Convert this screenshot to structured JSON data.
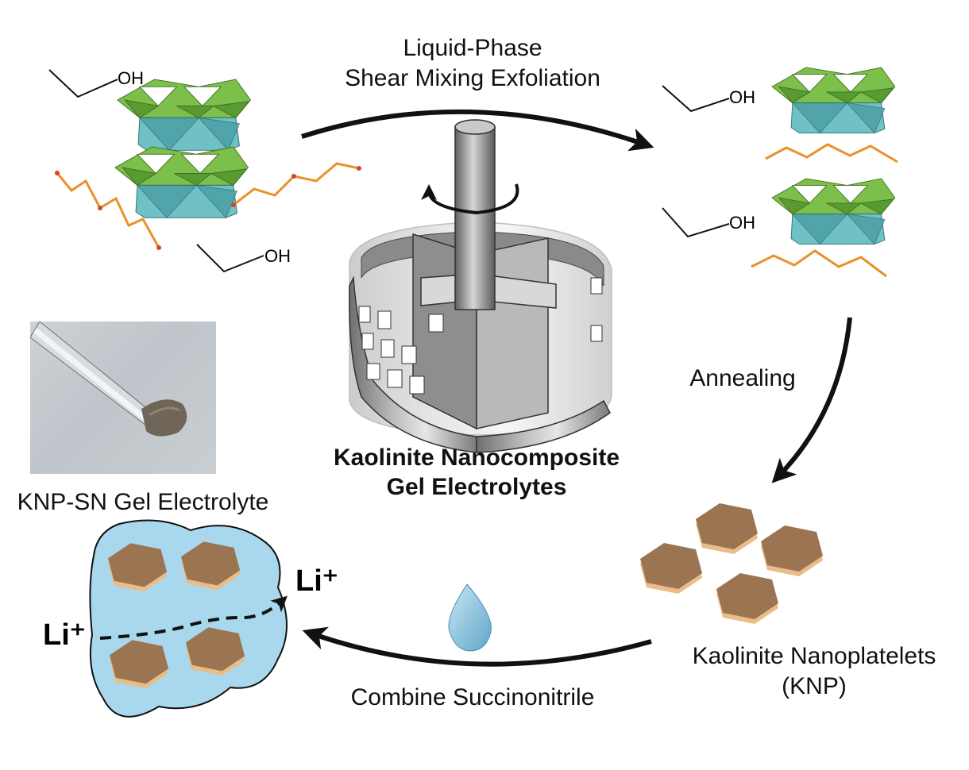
{
  "labels": {
    "process_top_line1": "Liquid-Phase",
    "process_top_line2": "Shear Mixing Exfoliation",
    "annealing": "Annealing",
    "combine": "Combine Succinonitrile",
    "center_title_line1": "Kaolinite Nanocomposite",
    "center_title_line2": "Gel Electrolytes",
    "knp_line1": "Kaolinite Nanoplatelets",
    "knp_line2": "(KNP)",
    "photo_caption": "KNP-SN Gel Electrolyte",
    "oh": "OH",
    "li_ion_start": "Li⁺",
    "li_ion_end": "Li⁺"
  },
  "colors": {
    "tetra_green": "#7cbf4a",
    "tetra_dark_green": "#5a9a32",
    "octa_teal": "#6fc1c6",
    "octa_dark_teal": "#4a9ea3",
    "molecule_orange": "#e9912a",
    "platelet_brown": "#9b7452",
    "platelet_edge": "#e9bd86",
    "gel_blue": "#a9d8ee",
    "droplet_blue": "#8ec6e2",
    "arrow": "#111111"
  },
  "icons": {
    "mixer": "shear-mixer-rotor-icon",
    "droplet": "droplet-icon",
    "photo": "spatula-gel-photo"
  }
}
